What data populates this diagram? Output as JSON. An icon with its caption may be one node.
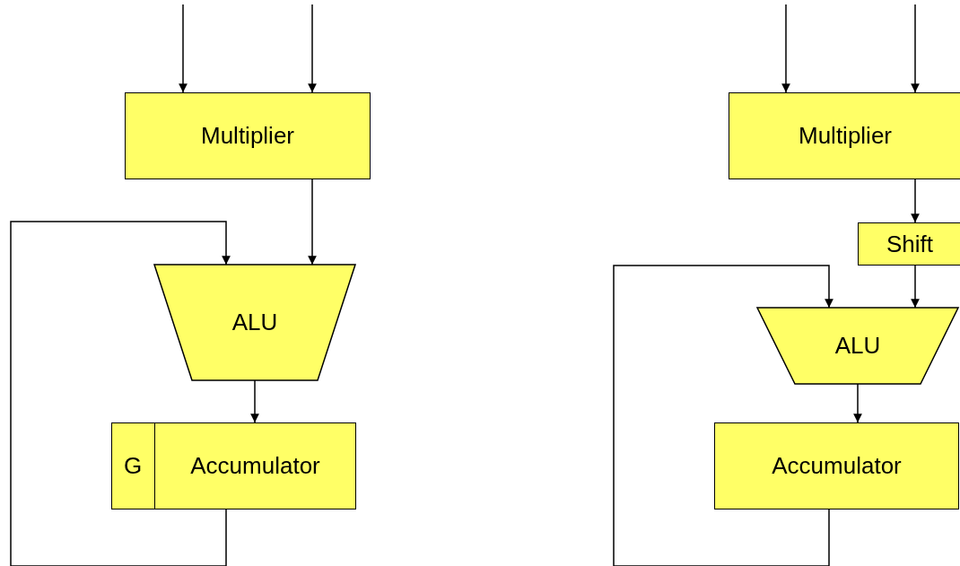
{
  "diagram": {
    "nodes": [
      {
        "text": [
          "Multiplier"
        ]
      },
      {
        "text": [
          "ALU"
        ]
      },
      {
        "text": [
          "Accumulator"
        ]
      },
      {
        "text": [
          "G"
        ],
        "in": 2
      },
      {
        "text": [
          "Multiplier"
        ]
      },
      {
        "text": [
          "Shift"
        ]
      },
      {
        "text": [
          "ALU"
        ]
      },
      {
        "text": [
          "Accumulator"
        ]
      }
    ],
    "edges": [
      {
        "from": null,
        "to": 0,
        "arrow": "to"
      },
      {
        "from": null,
        "to": 0,
        "arrow": "to"
      },
      {
        "from": 0,
        "to": 1,
        "arrow": "to"
      },
      {
        "from": 1,
        "to": 2,
        "arrow": "to"
      },
      {
        "from": 2,
        "to": 1,
        "arrow": "to"
      },
      {
        "from": null,
        "to": 4,
        "arrow": "to"
      },
      {
        "from": null,
        "to": 4,
        "arrow": "to"
      },
      {
        "from": 4,
        "to": 5,
        "arrow": "to"
      },
      {
        "from": 5,
        "to": 6,
        "arrow": "to"
      },
      {
        "from": 6,
        "to": 7,
        "arrow": "to"
      },
      {
        "from": 7,
        "to": 6,
        "arrow": "to"
      }
    ]
  }
}
